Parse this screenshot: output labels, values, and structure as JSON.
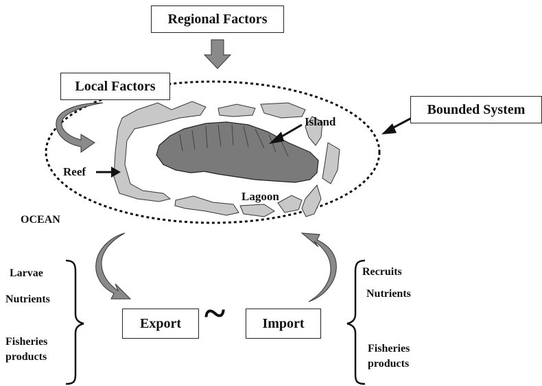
{
  "boxes": {
    "regional": "Regional Factors",
    "local": "Local Factors",
    "bounded": "Bounded System",
    "export": "Export",
    "import": "Import"
  },
  "labels": {
    "island": "Island",
    "reef": "Reef",
    "lagoon": "Lagoon",
    "ocean": "OCEAN",
    "tilde": "~"
  },
  "export_items": [
    "Larvae",
    "Nutrients",
    "Fisheries",
    "products"
  ],
  "import_items": [
    "Recruits",
    "Nutrients",
    "Fisheries",
    "products"
  ],
  "colors": {
    "arrow_fill": "#8a8a8a",
    "reef_fill": "#c8c8c8",
    "island_fill": "#7a7a7a",
    "stroke": "#1a1a1a"
  }
}
